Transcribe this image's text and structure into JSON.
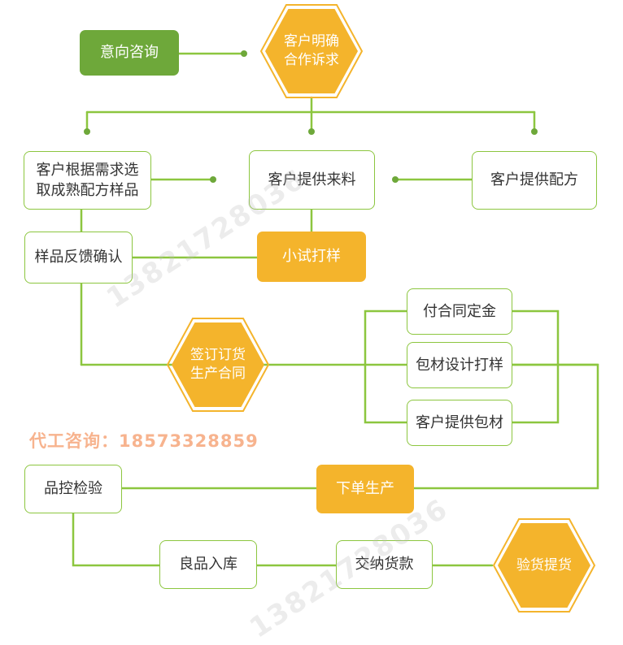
{
  "diagram": {
    "nodes": {
      "intent": "意向咨询",
      "confirm": "客户明确\n合作诉求",
      "select_sample": "客户根据需求选\n取成熟配方样品",
      "provide_material": "客户提供来料",
      "provide_formula": "客户提供配方",
      "sample_feedback": "样品反馈确认",
      "trial": "小试打样",
      "sign_order": "签订订货\n生产合同",
      "deposit": "付合同定金",
      "packaging_design": "包材设计打样",
      "provide_packaging": "客户提供包材",
      "qc": "品控检验",
      "production": "下单生产",
      "warehouse": "良品入库",
      "payment": "交纳货款",
      "delivery": "验货提货"
    },
    "contact_note": "代工咨询：18573328859",
    "watermark": "13821728036"
  },
  "colors": {
    "green": "#6ea83a",
    "line_green": "#8cc63f",
    "orange": "#f4b42c",
    "note": "#f7b38e"
  }
}
